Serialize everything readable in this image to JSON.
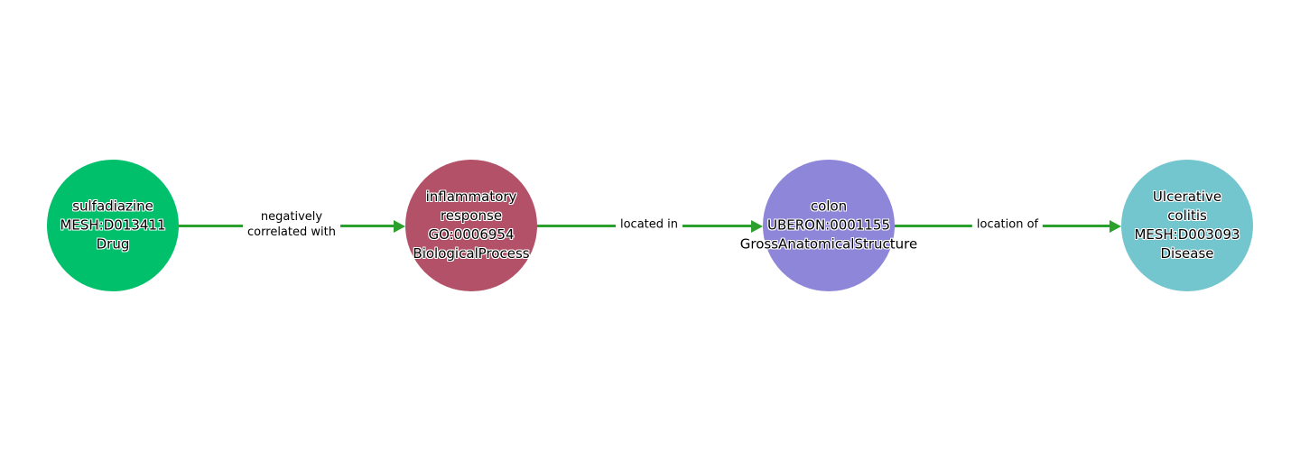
{
  "canvas": {
    "background": "#ffffff",
    "edge_color": "#2ca02c",
    "text_color": "#000000"
  },
  "nodes": [
    {
      "id": "sulfadiazine",
      "label": "sulfadiazine\nMESH:D013411\nDrug",
      "color": "#00c06b",
      "type": "Drug"
    },
    {
      "id": "inflammatory-response",
      "label": "inflammatory\nresponse\nGO:0006954\nBiologicalProcess",
      "color": "#b25167",
      "type": "BiologicalProcess"
    },
    {
      "id": "colon",
      "label": "colon\nUBERON:0001155\nGrossAnatomicalStructure",
      "color": "#8e86d8",
      "type": "GrossAnatomicalStructure"
    },
    {
      "id": "ulcerative-colitis",
      "label": "Ulcerative\ncolitis\nMESH:D003093\nDisease",
      "color": "#73c5ce",
      "type": "Disease"
    }
  ],
  "edges": [
    {
      "label": "negatively\ncorrelated with",
      "from": "sulfadiazine",
      "to": "inflammatory-response"
    },
    {
      "label": "located in",
      "from": "inflammatory-response",
      "to": "colon"
    },
    {
      "label": "location of",
      "from": "colon",
      "to": "ulcerative-colitis"
    }
  ]
}
